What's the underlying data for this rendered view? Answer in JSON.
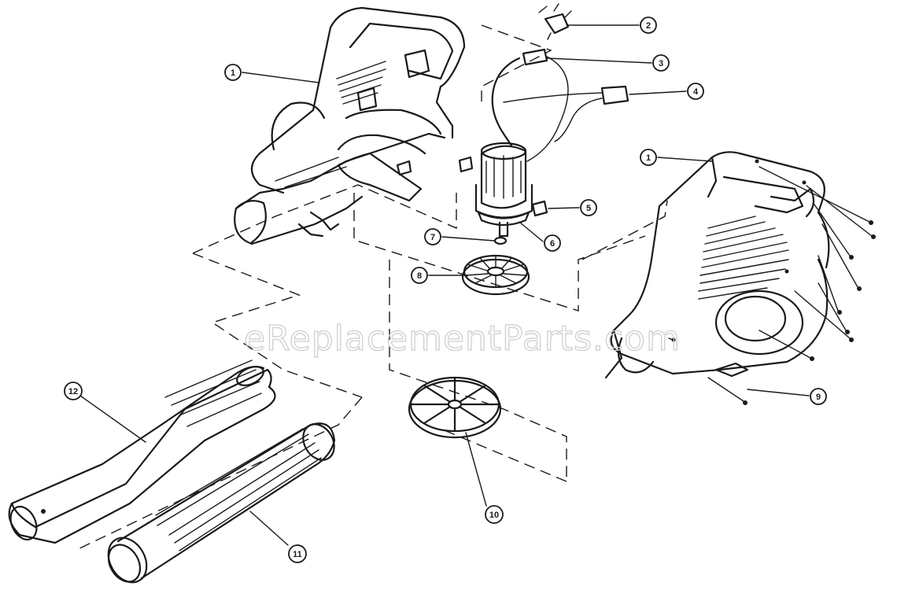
{
  "watermark": "eReplacementParts.com",
  "callouts": [
    {
      "id": "c1a",
      "label": "1"
    },
    {
      "id": "c1b",
      "label": "1"
    },
    {
      "id": "c2",
      "label": "2"
    },
    {
      "id": "c3",
      "label": "3"
    },
    {
      "id": "c4",
      "label": "4"
    },
    {
      "id": "c5",
      "label": "5"
    },
    {
      "id": "c6",
      "label": "6"
    },
    {
      "id": "c7",
      "label": "7"
    },
    {
      "id": "c8",
      "label": "8"
    },
    {
      "id": "c9",
      "label": "9"
    },
    {
      "id": "c10",
      "label": "10"
    },
    {
      "id": "c11",
      "label": "11"
    },
    {
      "id": "c12",
      "label": "12"
    }
  ],
  "colors": {
    "ink": "#1a1a1a",
    "background": "#ffffff",
    "watermark": "#cfcfcf"
  }
}
